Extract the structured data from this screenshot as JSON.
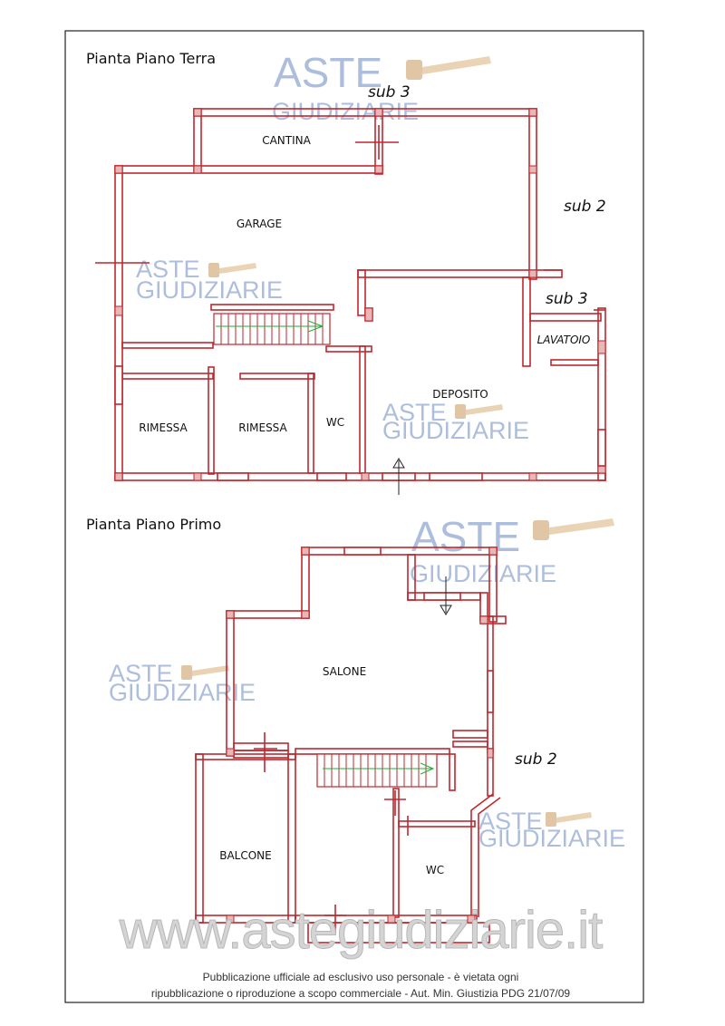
{
  "ground_floor": {
    "title": "Pianta Piano Terra",
    "rooms": {
      "cantina": "CANTINA",
      "garage": "GARAGE",
      "lavatoio": "LAVATOIO",
      "deposito": "DEPOSITO",
      "rimessa_1": "RIMESSA",
      "rimessa_2": "RIMESSA",
      "wc": "WC"
    },
    "subs": {
      "sub3_top": "sub 3",
      "sub2": "sub 2",
      "sub3_right": "sub 3"
    }
  },
  "first_floor": {
    "title": "Pianta Piano Primo",
    "rooms": {
      "salone": "SALONE",
      "balcone": "BALCONE",
      "wc": "WC"
    },
    "subs": {
      "sub2": "sub 2"
    }
  },
  "watermark": {
    "line1": "ASTE",
    "line2": "GIUDIZIARIE",
    "site": "www.astegiudiziarie.it"
  },
  "footer": {
    "line1": "Pubblicazione ufficiale ad esclusivo uso personale - è vietata ogni",
    "line2": "ripubblicazione o riproduzione a scopo commerciale - Aut. Min. Giustizia PDG 21/07/09"
  },
  "colors": {
    "wall": "#c0272d",
    "stair_arrow": "#1fae3a",
    "watermark": "#9fb3d8"
  }
}
